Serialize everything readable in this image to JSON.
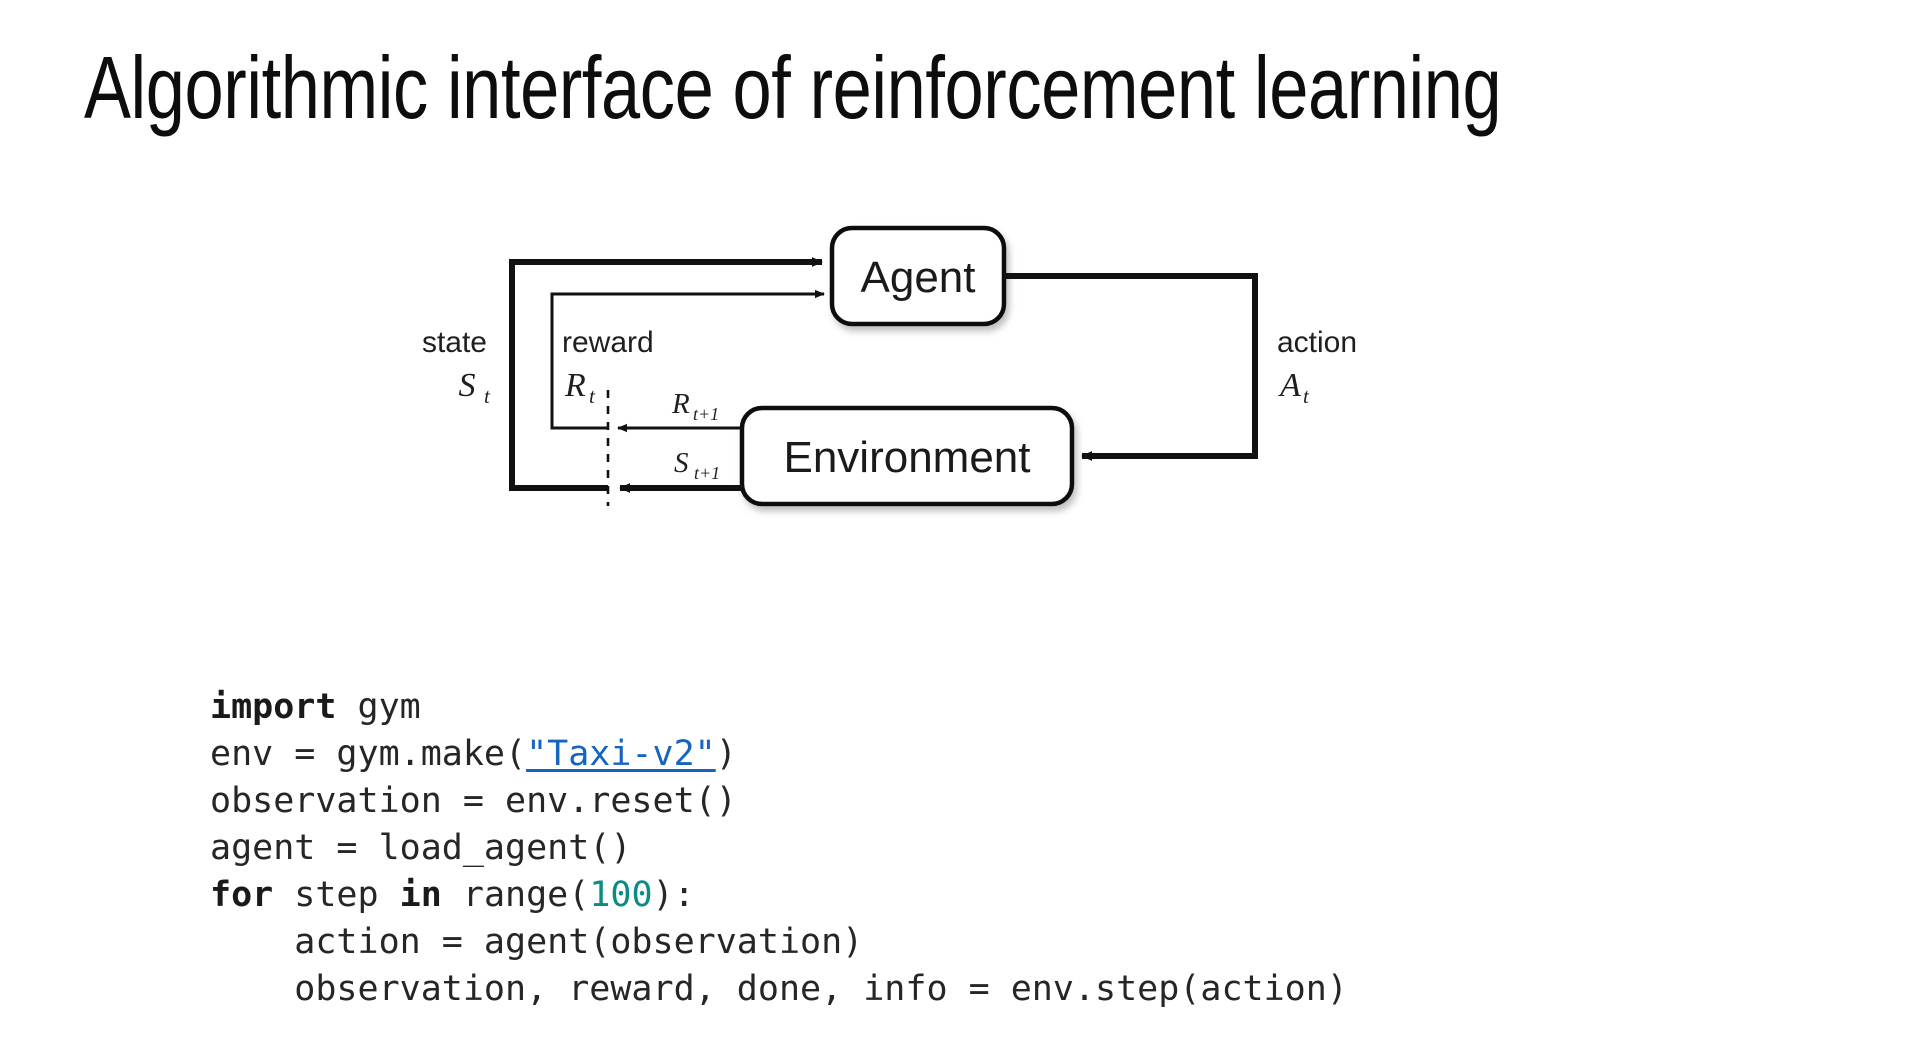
{
  "slide": {
    "title": "Algorithmic interface of reinforcement learning",
    "background_color": "#ffffff",
    "text_color": "#0d0d0d"
  },
  "diagram": {
    "name": "agent-environment-interaction-loop",
    "nodes": [
      {
        "id": "agent",
        "label": "Agent"
      },
      {
        "id": "environment",
        "label": "Environment"
      }
    ],
    "edges": [
      {
        "id": "state",
        "word": "state",
        "symbol": "S",
        "subscript": "t",
        "from": "environment",
        "to": "agent"
      },
      {
        "id": "reward",
        "word": "reward",
        "symbol": "R",
        "subscript": "t",
        "from": "environment",
        "to": "agent"
      },
      {
        "id": "action",
        "word": "action",
        "symbol": "A",
        "subscript": "t",
        "from": "agent",
        "to": "environment"
      }
    ],
    "next_step_labels": [
      {
        "id": "reward-next",
        "symbol": "R",
        "subscript": "t+1"
      },
      {
        "id": "state-next",
        "symbol": "S",
        "subscript": "t+1"
      }
    ]
  },
  "code": {
    "language": "python",
    "link_color": "#1565c0",
    "number_color": "#0b8b82",
    "lines": [
      {
        "id": "line-1",
        "tokens": [
          {
            "t": "import",
            "style": "kw"
          },
          {
            "t": " gym",
            "style": "plain"
          }
        ]
      },
      {
        "id": "line-2",
        "tokens": [
          {
            "t": "env = gym.make(",
            "style": "plain"
          },
          {
            "t": "\"Taxi-v2\"",
            "style": "link"
          },
          {
            "t": ")",
            "style": "plain"
          }
        ]
      },
      {
        "id": "line-3",
        "tokens": [
          {
            "t": "observation = env.reset()",
            "style": "plain"
          }
        ]
      },
      {
        "id": "line-4",
        "tokens": [
          {
            "t": "agent = load_agent()",
            "style": "plain"
          }
        ]
      },
      {
        "id": "line-5",
        "tokens": [
          {
            "t": "for",
            "style": "kw"
          },
          {
            "t": " step ",
            "style": "plain"
          },
          {
            "t": "in",
            "style": "kw"
          },
          {
            "t": " range(",
            "style": "plain"
          },
          {
            "t": "100",
            "style": "num"
          },
          {
            "t": "):",
            "style": "plain"
          }
        ]
      },
      {
        "id": "line-6",
        "tokens": [
          {
            "t": "    action = agent(observation)",
            "style": "plain"
          }
        ]
      },
      {
        "id": "line-7",
        "tokens": [
          {
            "t": "    observation, reward, done, info = env.step(action)",
            "style": "plain"
          }
        ]
      }
    ]
  }
}
